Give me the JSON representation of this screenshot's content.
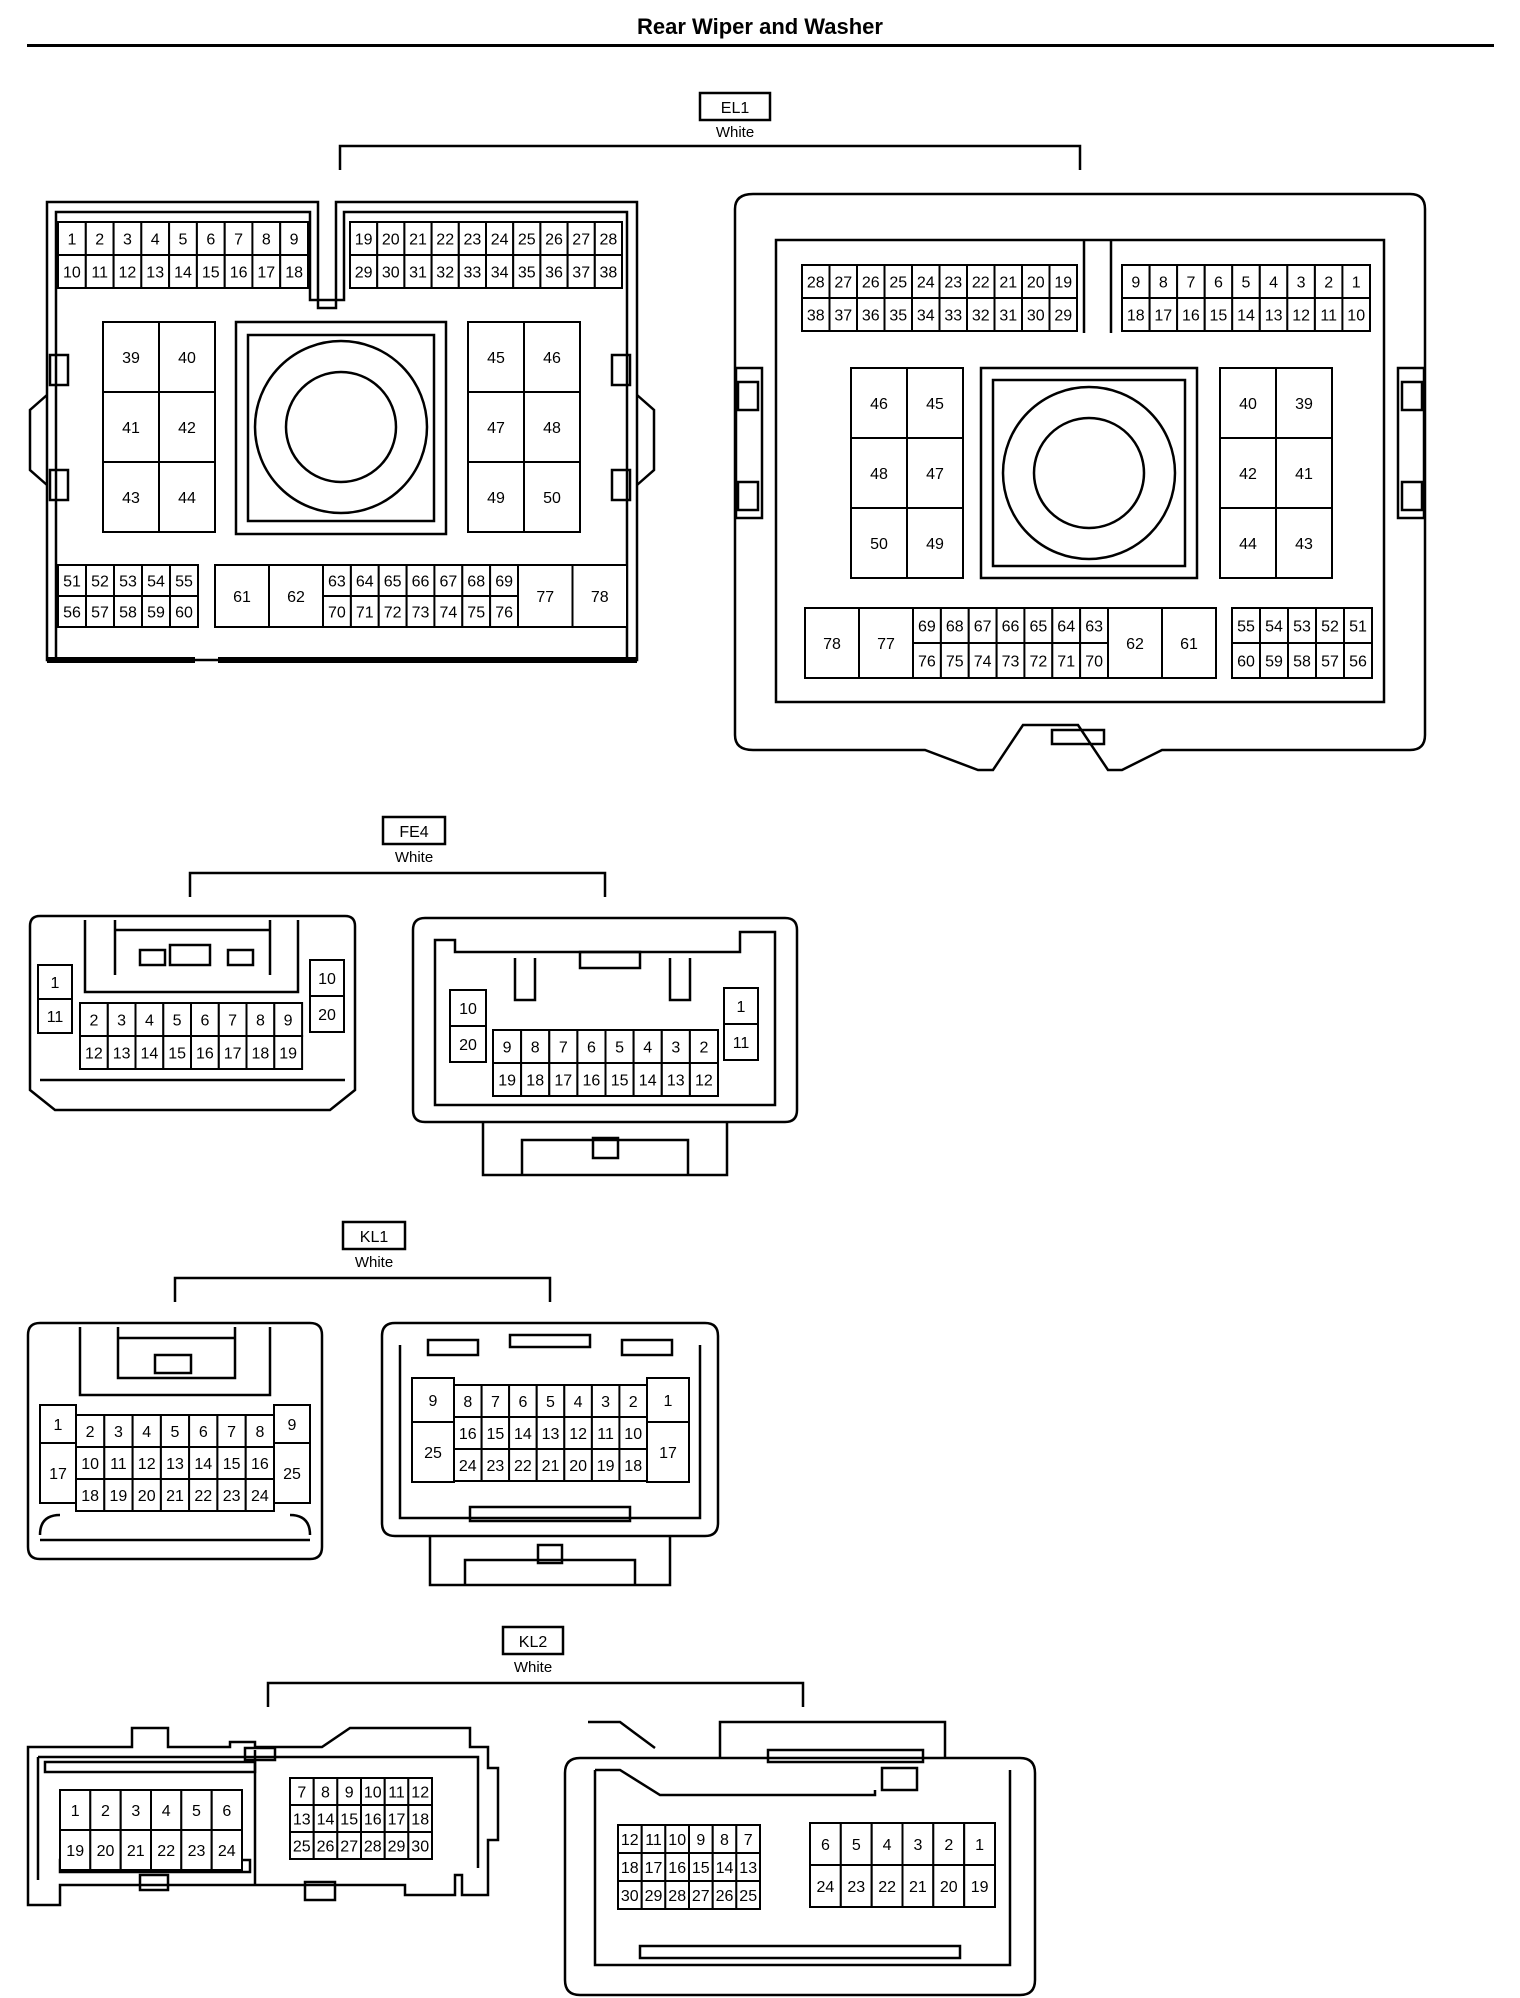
{
  "title": "Rear Wiper and Washer",
  "connectors": [
    {
      "id": "EL1",
      "color": "White",
      "views": [
        {
          "pin_rows": [
            [
              "1",
              "2",
              "3",
              "4",
              "5",
              "6",
              "7",
              "8",
              "9"
            ],
            [
              "10",
              "11",
              "12",
              "13",
              "14",
              "15",
              "16",
              "17",
              "18"
            ],
            [
              "19",
              "20",
              "21",
              "22",
              "23",
              "24",
              "25",
              "26",
              "27",
              "28"
            ],
            [
              "29",
              "30",
              "31",
              "32",
              "33",
              "34",
              "35",
              "36",
              "37",
              "38"
            ],
            [
              "39",
              "40"
            ],
            [
              "41",
              "42"
            ],
            [
              "43",
              "44"
            ],
            [
              "45",
              "46"
            ],
            [
              "47",
              "48"
            ],
            [
              "49",
              "50"
            ],
            [
              "51",
              "52",
              "53",
              "54",
              "55"
            ],
            [
              "56",
              "57",
              "58",
              "59",
              "60"
            ],
            [
              "61",
              "62"
            ],
            [
              "63",
              "64",
              "65",
              "66",
              "67",
              "68",
              "69"
            ],
            [
              "70",
              "71",
              "72",
              "73",
              "74",
              "75",
              "76"
            ],
            [
              "77",
              "78"
            ]
          ]
        },
        {
          "pin_rows": [
            [
              "28",
              "27",
              "26",
              "25",
              "24",
              "23",
              "22",
              "21",
              "20",
              "19"
            ],
            [
              "38",
              "37",
              "36",
              "35",
              "34",
              "33",
              "32",
              "31",
              "30",
              "29"
            ],
            [
              "9",
              "8",
              "7",
              "6",
              "5",
              "4",
              "3",
              "2",
              "1"
            ],
            [
              "18",
              "17",
              "16",
              "15",
              "14",
              "13",
              "12",
              "11",
              "10"
            ],
            [
              "46",
              "45"
            ],
            [
              "48",
              "47"
            ],
            [
              "50",
              "49"
            ],
            [
              "40",
              "39"
            ],
            [
              "42",
              "41"
            ],
            [
              "44",
              "43"
            ],
            [
              "78",
              "77"
            ],
            [
              "69",
              "68",
              "67",
              "66",
              "65",
              "64",
              "63"
            ],
            [
              "76",
              "75",
              "74",
              "73",
              "72",
              "71",
              "70"
            ],
            [
              "62",
              "61"
            ],
            [
              "55",
              "54",
              "53",
              "52",
              "51"
            ],
            [
              "60",
              "59",
              "58",
              "57",
              "56"
            ]
          ]
        }
      ]
    },
    {
      "id": "FE4",
      "color": "White",
      "views": [
        {
          "pin_rows": [
            [
              "1"
            ],
            [
              "11"
            ],
            [
              "2",
              "3",
              "4",
              "5",
              "6",
              "7",
              "8",
              "9"
            ],
            [
              "12",
              "13",
              "14",
              "15",
              "16",
              "17",
              "18",
              "19"
            ],
            [
              "10"
            ],
            [
              "20"
            ]
          ]
        },
        {
          "pin_rows": [
            [
              "10"
            ],
            [
              "20"
            ],
            [
              "9",
              "8",
              "7",
              "6",
              "5",
              "4",
              "3",
              "2"
            ],
            [
              "19",
              "18",
              "17",
              "16",
              "15",
              "14",
              "13",
              "12"
            ],
            [
              "1"
            ],
            [
              "11"
            ]
          ]
        }
      ]
    },
    {
      "id": "KL1",
      "color": "White",
      "views": [
        {
          "pin_rows": [
            [
              "1"
            ],
            [
              "17"
            ],
            [
              "2",
              "3",
              "4",
              "5",
              "6",
              "7",
              "8"
            ],
            [
              "10",
              "11",
              "12",
              "13",
              "14",
              "15",
              "16"
            ],
            [
              "18",
              "19",
              "20",
              "21",
              "22",
              "23",
              "24"
            ],
            [
              "9"
            ],
            [
              "25"
            ]
          ]
        },
        {
          "pin_rows": [
            [
              "9"
            ],
            [
              "25"
            ],
            [
              "8",
              "7",
              "6",
              "5",
              "4",
              "3",
              "2"
            ],
            [
              "16",
              "15",
              "14",
              "13",
              "12",
              "11",
              "10"
            ],
            [
              "24",
              "23",
              "22",
              "21",
              "20",
              "19",
              "18"
            ],
            [
              "1"
            ],
            [
              "17"
            ]
          ]
        }
      ]
    },
    {
      "id": "KL2",
      "color": "White",
      "views": [
        {
          "pin_rows": [
            [
              "1",
              "2",
              "3",
              "4",
              "5",
              "6"
            ],
            [
              "19",
              "20",
              "21",
              "22",
              "23",
              "24"
            ],
            [
              "7",
              "8",
              "9",
              "10",
              "11",
              "12"
            ],
            [
              "13",
              "14",
              "15",
              "16",
              "17",
              "18"
            ],
            [
              "25",
              "26",
              "27",
              "28",
              "29",
              "30"
            ]
          ]
        },
        {
          "pin_rows": [
            [
              "12",
              "11",
              "10",
              "9",
              "8",
              "7"
            ],
            [
              "18",
              "17",
              "16",
              "15",
              "14",
              "13"
            ],
            [
              "30",
              "29",
              "28",
              "27",
              "26",
              "25"
            ],
            [
              "6",
              "5",
              "4",
              "3",
              "2",
              "1"
            ],
            [
              "24",
              "23",
              "22",
              "21",
              "20",
              "19"
            ]
          ]
        }
      ]
    }
  ]
}
